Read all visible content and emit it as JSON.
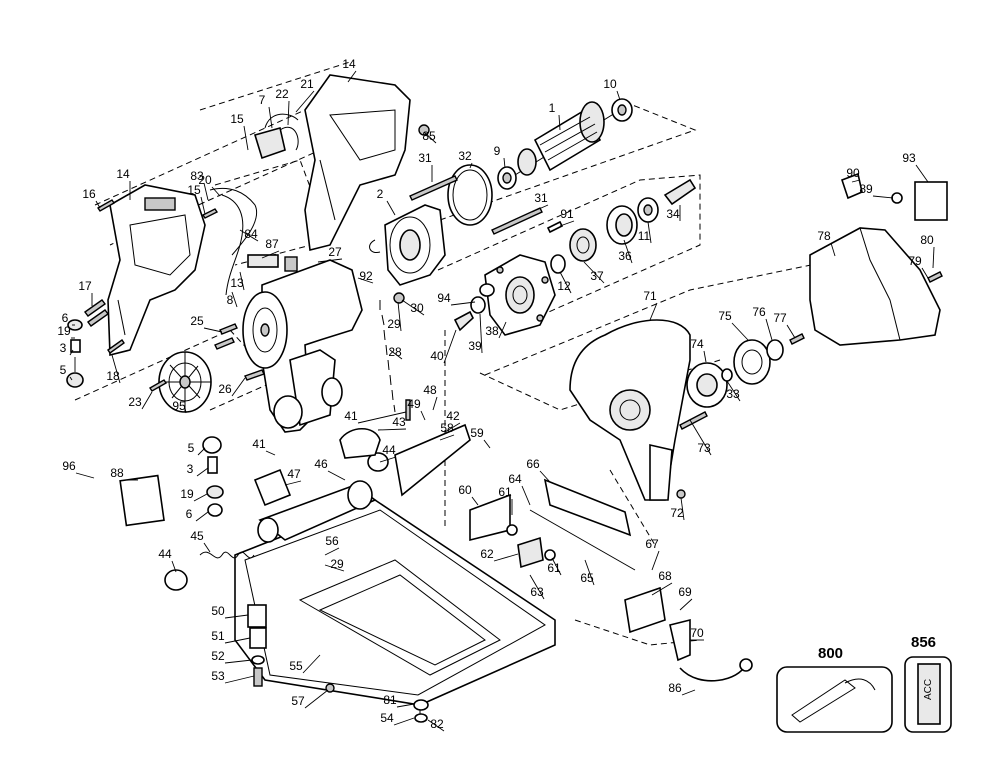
{
  "callouts": [
    "1",
    "2",
    "3",
    "5",
    "6",
    "7",
    "8",
    "9",
    "10",
    "11",
    "12",
    "13",
    "14",
    "15",
    "16",
    "17",
    "18",
    "19",
    "20",
    "21",
    "22",
    "23",
    "25",
    "26",
    "27",
    "28",
    "29",
    "30",
    "31",
    "32",
    "33",
    "34",
    "36",
    "37",
    "38",
    "39",
    "40",
    "41",
    "42",
    "43",
    "44",
    "45",
    "46",
    "47",
    "48",
    "49",
    "50",
    "51",
    "52",
    "53",
    "54",
    "55",
    "56",
    "57",
    "58",
    "59",
    "60",
    "61",
    "62",
    "63",
    "64",
    "65",
    "66",
    "67",
    "68",
    "69",
    "70",
    "71",
    "72",
    "73",
    "74",
    "75",
    "76",
    "77",
    "78",
    "79",
    "80",
    "81",
    "82",
    "83",
    "84",
    "85",
    "86",
    "87",
    "88",
    "89",
    "90",
    "91",
    "92",
    "93",
    "94",
    "95",
    "96"
  ],
  "labels": {
    "c14a": "14",
    "c14b": "14",
    "c21": "21",
    "c7": "7",
    "c22": "22",
    "c15a": "15",
    "c85": "85",
    "c16": "16",
    "c83": "83",
    "c20": "20",
    "c15b": "15",
    "c84": "84",
    "c87": "87",
    "c13": "13",
    "c8": "8",
    "c27": "27",
    "c92": "92",
    "c17": "17",
    "c6a": "6",
    "c19a": "19",
    "c3a": "3",
    "c5a": "5",
    "c18": "18",
    "c25": "25",
    "c23": "23",
    "c26": "26",
    "c95": "95",
    "c30": "30",
    "c29a": "29",
    "c28": "28",
    "c41a": "41",
    "c1": "1",
    "c10": "10",
    "c9": "9",
    "c32": "32",
    "c31a": "31",
    "c2": "2",
    "c31b": "31",
    "c91": "91",
    "c34": "34",
    "c11": "11",
    "c36": "36",
    "c37": "37",
    "c12": "12",
    "c94": "94",
    "c38": "38",
    "c39": "39",
    "c40": "40",
    "c90": "90",
    "c89": "89",
    "c93": "93",
    "c78": "78",
    "c80": "80",
    "c79": "79",
    "c71": "71",
    "c75": "75",
    "c76": "76",
    "c77": "77",
    "c74": "74",
    "c33": "33",
    "c73": "73",
    "c72": "72",
    "c48": "48",
    "c49": "49",
    "c42": "42",
    "c43": "43",
    "c44a": "44",
    "c58": "58",
    "c59": "59",
    "c5b": "5",
    "c3b": "3",
    "c41b": "41",
    "c46": "46",
    "c47": "47",
    "c96": "96",
    "c88": "88",
    "c19b": "19",
    "c6b": "6",
    "c45": "45",
    "c44b": "44",
    "c56": "56",
    "c29b": "29",
    "c50": "50",
    "c51": "51",
    "c52": "52",
    "c53": "53",
    "c55": "55",
    "c57": "57",
    "c81": "81",
    "c54": "54",
    "c82": "82",
    "c60": "60",
    "c61a": "61",
    "c64": "64",
    "c66": "66",
    "c62": "62",
    "c61b": "61",
    "c63": "63",
    "c65": "65",
    "c67": "67",
    "c68": "68",
    "c69": "69",
    "c70": "70",
    "c86": "86"
  },
  "kits": {
    "k800": "800",
    "k856": "856"
  },
  "kit_856_text": "ACC"
}
